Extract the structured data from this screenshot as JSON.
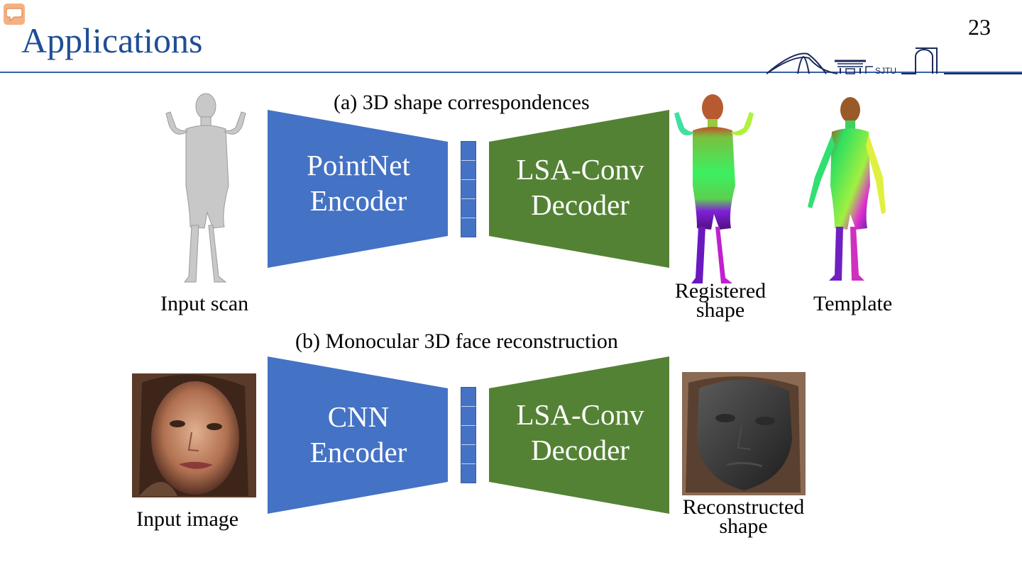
{
  "slide": {
    "title": "Applications",
    "page_number": "23",
    "logo_text": "SJTU"
  },
  "panel_a": {
    "caption": "(a) 3D shape correspondences",
    "encoder": {
      "line1": "PointNet",
      "line2": "Encoder"
    },
    "decoder": {
      "line1": "LSA-Conv",
      "line2": "Decoder"
    },
    "input_label": "Input scan",
    "output_label_line1": "Registered",
    "output_label_line2": "shape",
    "template_label": "Template"
  },
  "panel_b": {
    "caption": "(b) Monocular 3D face reconstruction",
    "encoder": {
      "line1": "CNN",
      "line2": "Encoder"
    },
    "decoder": {
      "line1": "LSA-Conv",
      "line2": "Decoder"
    },
    "input_label": "Input image",
    "output_label_line1": "Reconstructed",
    "output_label_line2": "shape"
  },
  "colors": {
    "title": "#1f4e96",
    "encoder": "#4472c4",
    "decoder": "#548235",
    "rule": "#3b5ea8"
  }
}
